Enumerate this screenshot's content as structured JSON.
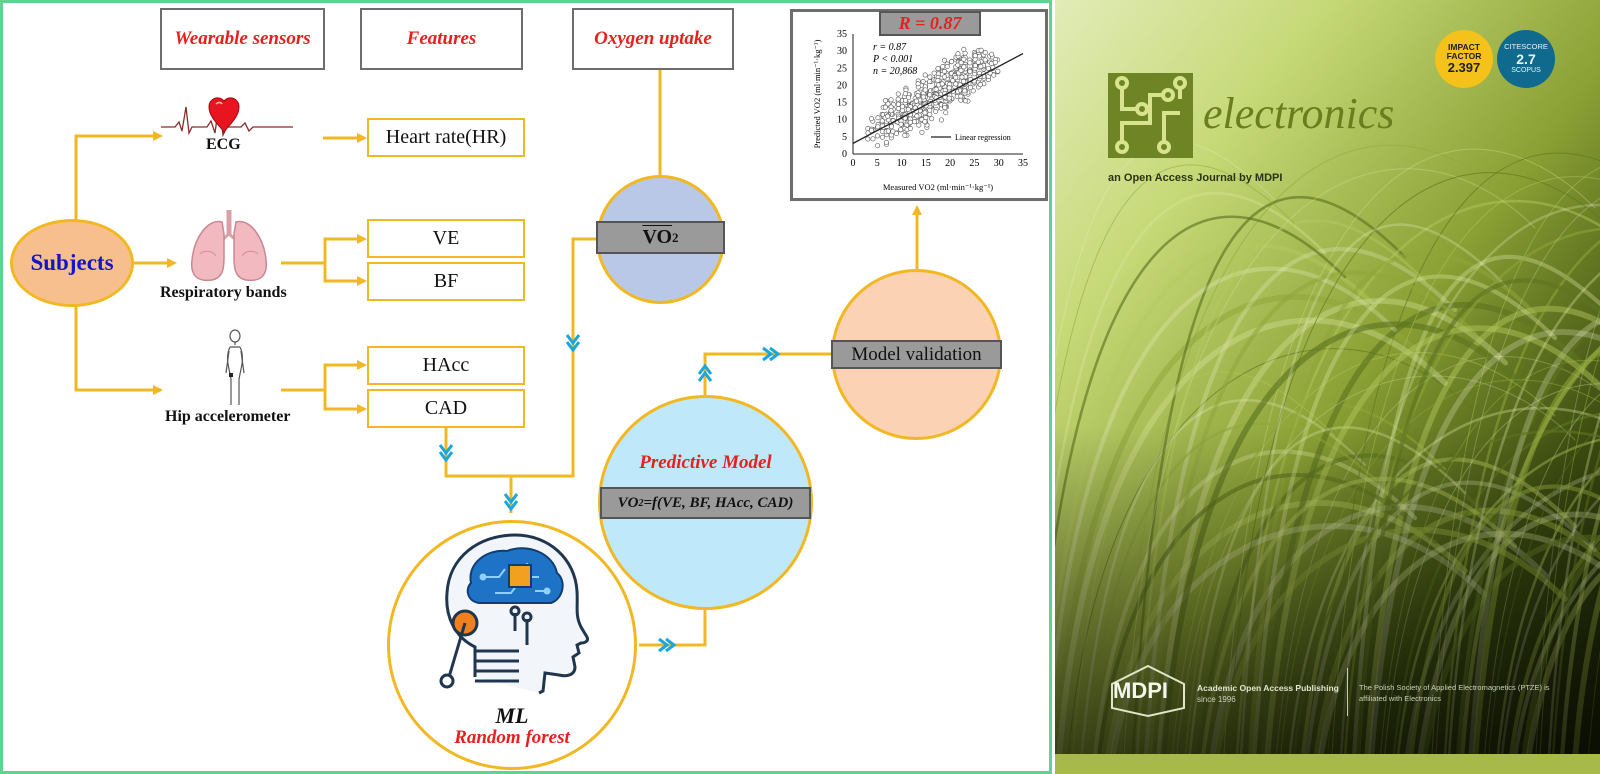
{
  "headers": {
    "wearable": "Wearable sensors",
    "features": "Features",
    "oxygen": "Oxygen uptake"
  },
  "subjects": "Subjects",
  "sensors": {
    "ecg": "ECG",
    "resp": "Respiratory bands",
    "hip": "Hip accelerometer"
  },
  "features": {
    "hr": "Heart rate(HR)",
    "ve": "VE",
    "bf": "BF",
    "hacc": "HAcc",
    "cad": "CAD"
  },
  "vo2": {
    "main": "VO",
    "sub": "2"
  },
  "predictive": {
    "title": "Predictive Model",
    "formula_pre": "VO",
    "formula_sub": "2",
    "formula_post": "=f(VE, BF, HAcc, CAD)"
  },
  "ml": {
    "title": "ML",
    "subtitle": "Random forest"
  },
  "validation": "Model validation",
  "scatter": {
    "badge": "R = 0.87",
    "stat_r": "r = 0.87",
    "stat_p": "P < 0.001",
    "stat_n": "n = 20,868",
    "legend": "Linear regression",
    "xlabel": "Measured VO2 (ml·min⁻¹·kg⁻¹)",
    "ylabel": "Predicted VO2 (ml·min⁻¹·kg⁻¹)",
    "xticks": [
      "0",
      "5",
      "10",
      "15",
      "20",
      "25",
      "30",
      "35"
    ],
    "yticks": [
      "0",
      "5",
      "10",
      "15",
      "20",
      "25",
      "30",
      "35"
    ]
  },
  "chart_data": {
    "type": "scatter",
    "title": "R = 0.87",
    "xlabel": "Measured VO2 (ml·min⁻¹·kg⁻¹)",
    "ylabel": "Predicted VO2 (ml·min⁻¹·kg⁻¹)",
    "xlim": [
      0,
      35
    ],
    "ylim": [
      0,
      35
    ],
    "series": [
      {
        "name": "Linear regression",
        "x": [
          0,
          35
        ],
        "y": [
          3.1,
          29.3
        ]
      }
    ],
    "points": {
      "x": [
        5,
        6,
        7,
        8,
        8,
        9,
        10,
        10,
        11,
        12,
        12,
        13,
        13,
        14,
        14,
        15,
        15,
        16,
        16,
        17,
        17,
        18,
        18,
        19,
        19,
        20,
        20,
        21,
        21,
        22,
        22,
        23,
        23,
        24,
        25,
        25,
        26,
        27,
        28,
        29,
        9,
        11,
        13,
        15,
        17,
        19,
        21,
        23,
        25,
        12,
        14,
        16,
        18,
        20,
        22,
        24,
        6,
        8,
        10,
        30
      ],
      "y": [
        5,
        7,
        8,
        9,
        11,
        9,
        12,
        10,
        13,
        11,
        14,
        13,
        15,
        14,
        12,
        16,
        18,
        15,
        19,
        17,
        20,
        16,
        21,
        18,
        22,
        19,
        23,
        20,
        24,
        18,
        25,
        21,
        26,
        22,
        23,
        27,
        24,
        25,
        26,
        27,
        13,
        15,
        17,
        19,
        21,
        23,
        25,
        27,
        28,
        8,
        10,
        12,
        14,
        16,
        18,
        20,
        9,
        13,
        15,
        29
      ]
    },
    "annotations": [
      "r = 0.87",
      "P < 0.001",
      "n = 20,868"
    ],
    "grid": false,
    "legend_position": "bottom-right"
  },
  "cover": {
    "journal": "electronics",
    "tagline": "an Open Access Journal by MDPI",
    "if_label1": "IMPACT",
    "if_label2": "FACTOR",
    "if_value": "2.397",
    "cs_label": "CITESCORE",
    "cs_value": "2.7",
    "cs_source": "SCOPUS",
    "publisher": "MDPI",
    "pub_line1": "Academic Open Access Publishing",
    "pub_line2": "since 1996",
    "aff_line1": "The Polish Society of Applied Electromagnetics (PTZE) is",
    "aff_line2": "affiliated with Electronics"
  },
  "colors": {
    "arrow": "#f2b824",
    "arrowhead": "#1aa6df",
    "title_red": "#e8201d",
    "subjects_blue": "#1414c8",
    "subjects_fill": "#f7bf8e",
    "vo2_fill": "#b9c8e6",
    "predict_fill": "#bfe9fb",
    "valid_fill": "#fbd2b4",
    "impact_badge": "#f4c21a",
    "citescore_badge": "#0f6a8e"
  }
}
